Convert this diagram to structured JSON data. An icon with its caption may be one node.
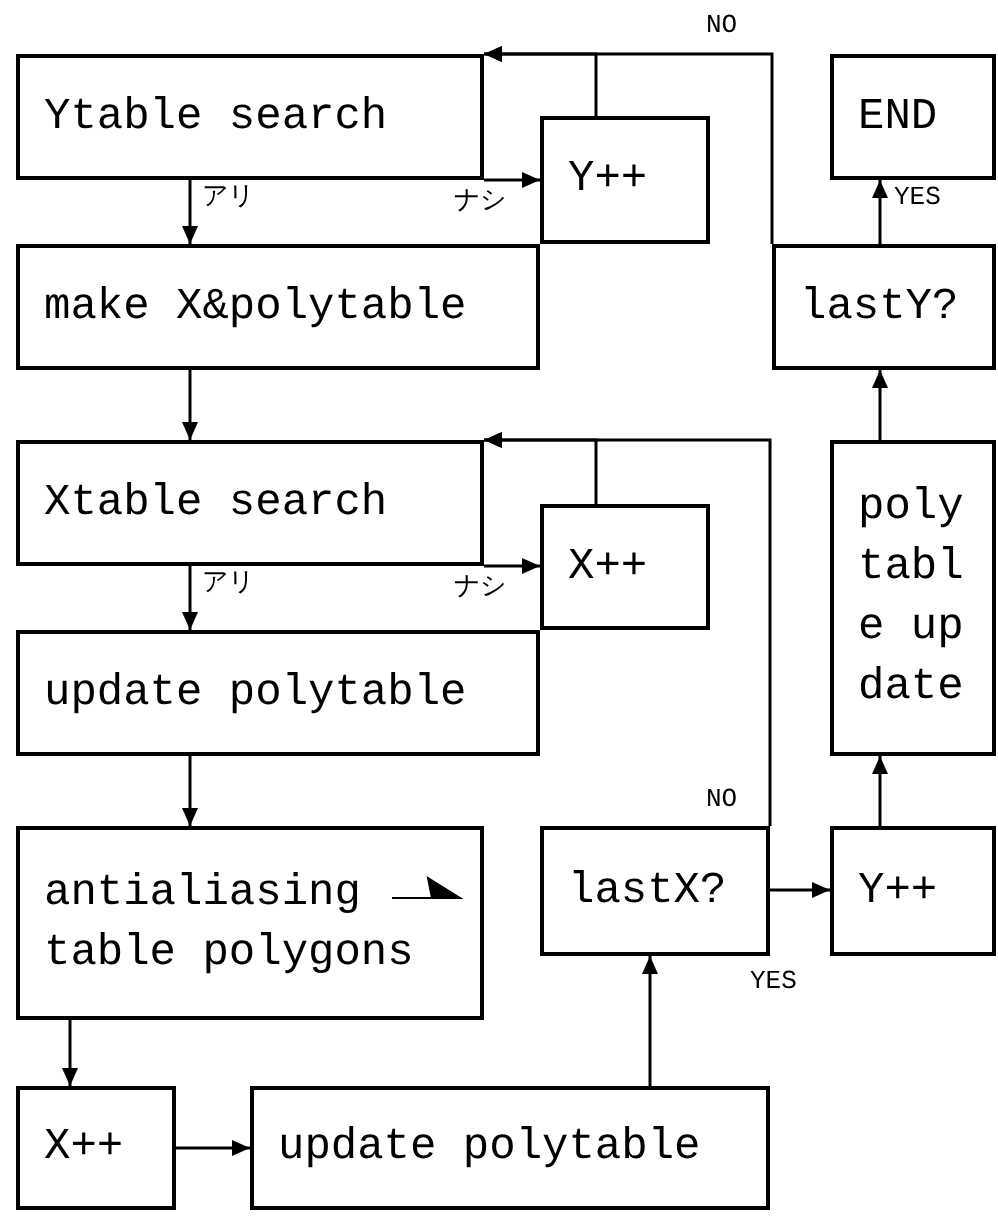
{
  "diagram": {
    "nodes": [
      {
        "text": [
          "Ytable search"
        ]
      },
      {
        "text": [
          "Y++"
        ]
      },
      {
        "text": [
          "make X&polytable"
        ]
      },
      {
        "text": [
          "END"
        ]
      },
      {
        "text": [
          "lastY?"
        ]
      },
      {
        "text": [
          "Xtable search"
        ]
      },
      {
        "text": [
          "X++"
        ]
      },
      {
        "text": [
          "update polytable"
        ]
      },
      {
        "text": [
          "polytable update"
        ]
      },
      {
        "text": [
          "antialiasing table polygons"
        ]
      },
      {
        "text": [
          "lastX?"
        ]
      },
      {
        "text": [
          "Y++"
        ]
      },
      {
        "text": [
          "X++"
        ]
      },
      {
        "text": [
          "update polytable"
        ]
      }
    ],
    "edges": [
      {
        "from": 0,
        "to": 2,
        "arrow": "to",
        "label": "アリ"
      },
      {
        "from": 0,
        "to": 1,
        "arrow": "to",
        "label": "ナシ"
      },
      {
        "from": 1,
        "to": 0,
        "arrow": "to"
      },
      {
        "from": 4,
        "to": 0,
        "arrow": "to",
        "label": "NO"
      },
      {
        "from": 2,
        "to": 5,
        "arrow": "to"
      },
      {
        "from": 5,
        "to": 7,
        "arrow": "to",
        "label": "アリ"
      },
      {
        "from": 5,
        "to": 6,
        "arrow": "to",
        "label": "ナシ"
      },
      {
        "from": 6,
        "to": 5,
        "arrow": "to"
      },
      {
        "from": 10,
        "to": 5,
        "arrow": "to",
        "label": "NO"
      },
      {
        "from": 7,
        "to": 9,
        "arrow": "to"
      },
      {
        "from": 9,
        "to": 12,
        "arrow": "to"
      },
      {
        "from": 12,
        "to": 13,
        "arrow": "to"
      },
      {
        "from": 13,
        "to": 10,
        "arrow": "to"
      },
      {
        "from": 10,
        "to": 11,
        "arrow": "to",
        "label": "YES"
      },
      {
        "from": 11,
        "to": 8,
        "arrow": "to"
      },
      {
        "from": 8,
        "to": 4,
        "arrow": "to"
      },
      {
        "from": 4,
        "to": 3,
        "arrow": "to",
        "label": "YES"
      }
    ]
  }
}
